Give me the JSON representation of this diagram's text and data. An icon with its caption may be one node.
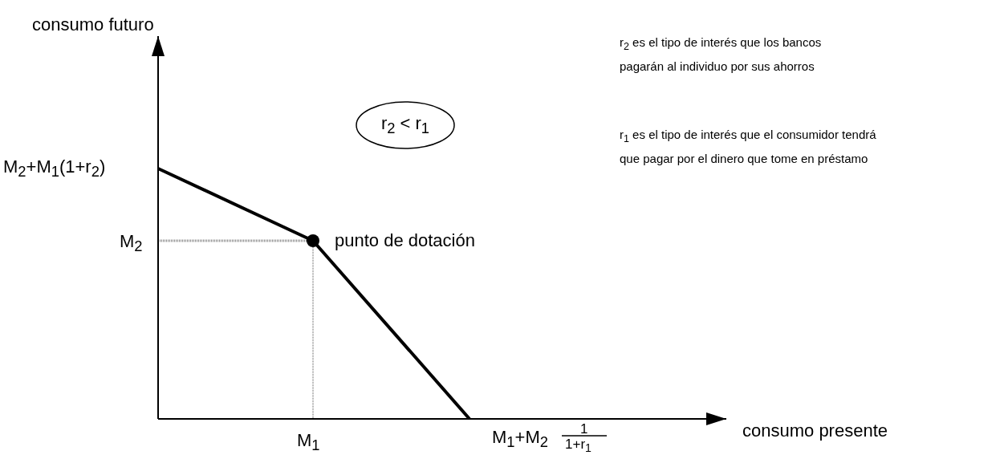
{
  "diagram": {
    "nodes": [
      {
        "text": [
          "r$_{2}$ < r$_{1}$"
        ]
      }
    ],
    "edges": [],
    "labels": [
      "consumo futuro",
      "r$_{2}$ es el tipo de interés que los bancos pagarán al individuo por sus ahorros",
      "r$_{1}$ es el tipo de interés que el consumidor tendrá que pagar por el dinero que tome en préstamo",
      "M$_{2}$+M$_{1}$(1+r$_{2}$)",
      "punto de dotación",
      "M$_{2}$",
      "consumo presente",
      "M$_{1}$",
      "M$_{1}$+M$_{2}$",
      "1",
      "1+r$_{1}$"
    ]
  }
}
